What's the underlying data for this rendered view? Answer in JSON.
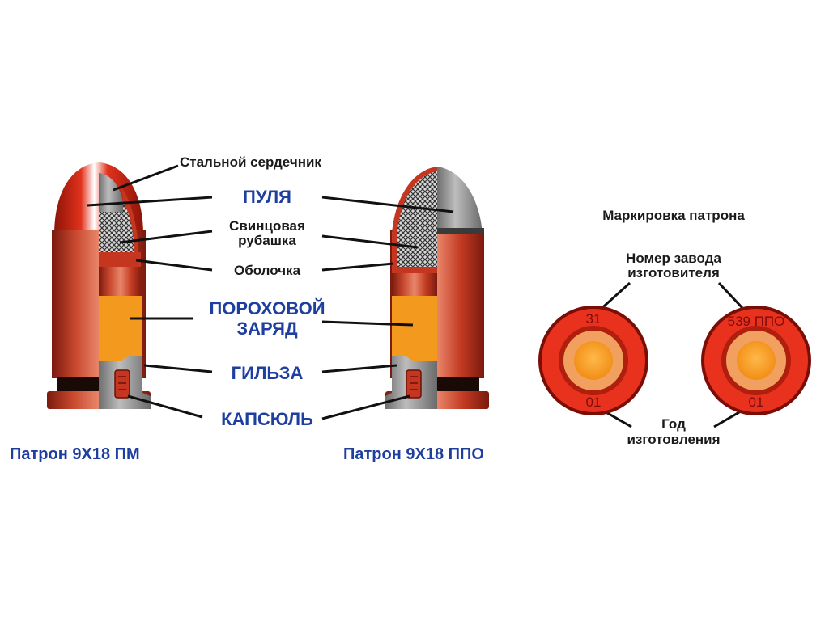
{
  "labels": {
    "steel_core": "Стальной сердечник",
    "bullet": "ПУЛЯ",
    "lead_jacket_1": "Свинцовая",
    "lead_jacket_2": "рубашка",
    "shell": "Оболочка",
    "powder_1": "ПОРОХОВОЙ",
    "powder_2": "ЗАРЯД",
    "case": "ГИЛЬЗА",
    "primer": "КАПСЮЛЬ"
  },
  "captions": {
    "left": "Патрон 9Х18 ПМ",
    "right": "Патрон 9Х18 ППО"
  },
  "marking": {
    "title": "Маркировка патрона",
    "factory_1": "Номер завода",
    "factory_2": "изготовителя",
    "year_1": "Год",
    "year_2": "изготовления",
    "left_top": "31",
    "left_bottom": "01",
    "right_top": "539 ППО",
    "right_bottom": "01"
  },
  "colors": {
    "case_red": "#c9301f",
    "powder_orange": "#f39a1e",
    "text_blue": "#1f3fa0"
  }
}
